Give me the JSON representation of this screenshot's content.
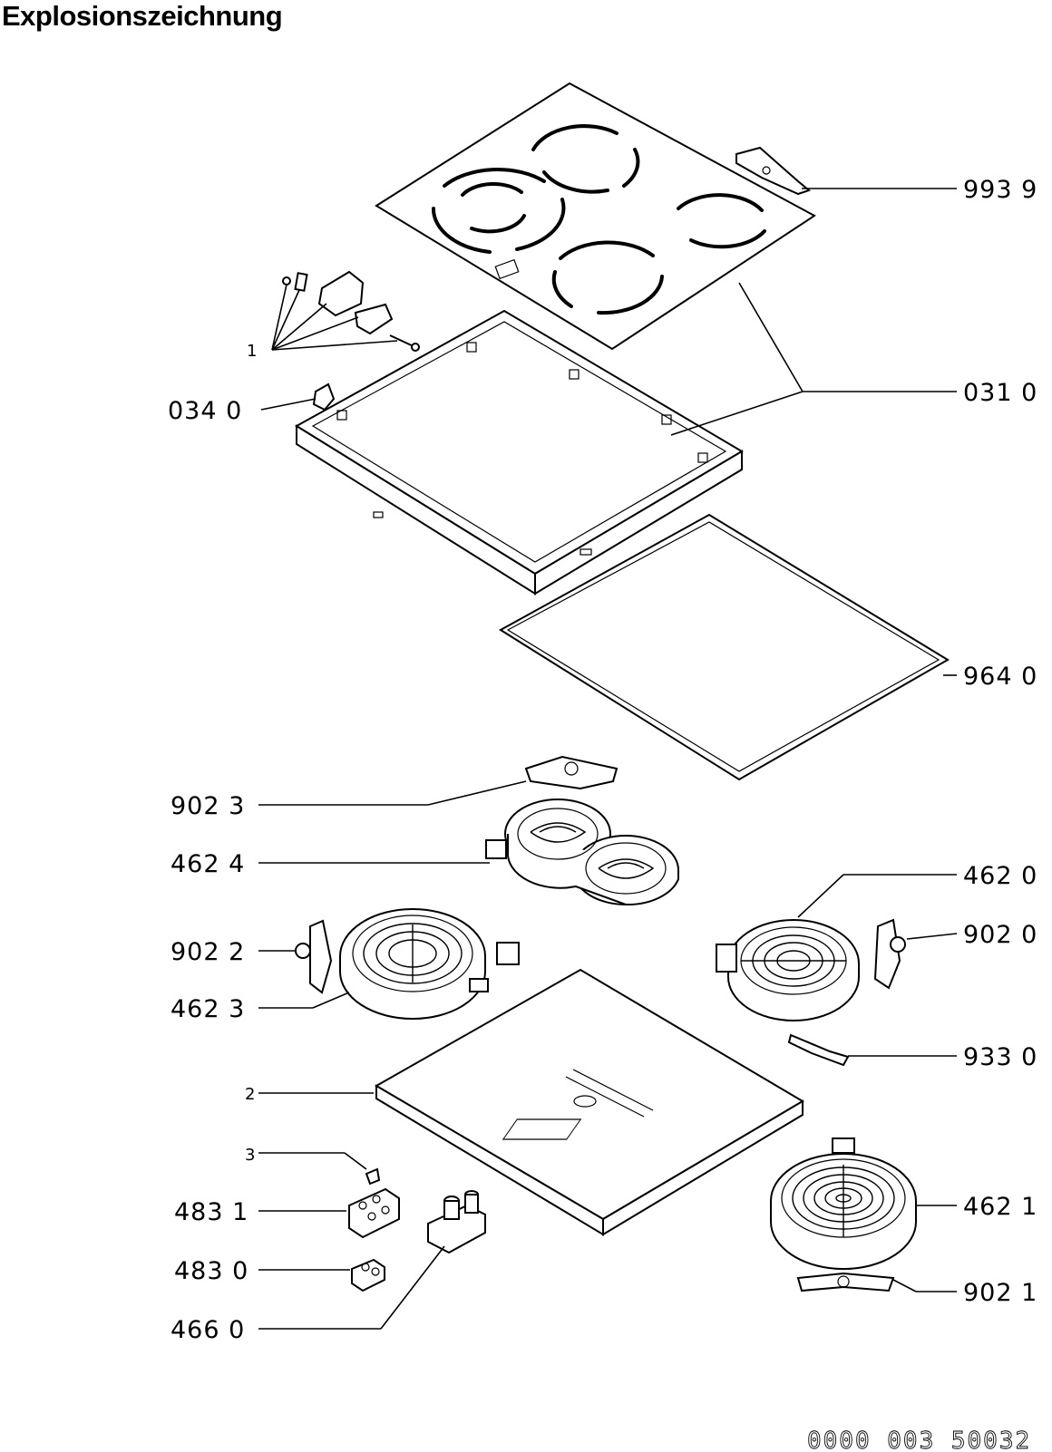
{
  "title": "Explosionszeichnung",
  "document_number": "0000 003 50032",
  "labels": {
    "p993_9": "993 9",
    "p031_0": "031 0",
    "p034_0": "034 0",
    "p1": "1",
    "p964_0": "964 0",
    "p902_3": "902 3",
    "p462_4": "462 4",
    "p462_0": "462 0",
    "p902_2": "902 2",
    "p902_0": "902 0",
    "p462_3": "462 3",
    "p933_0": "933 0",
    "p2": "2",
    "p3": "3",
    "p483_1": "483 1",
    "p462_1": "462 1",
    "p483_0": "483 0",
    "p902_1": "902 1",
    "p466_0": "466 0"
  }
}
